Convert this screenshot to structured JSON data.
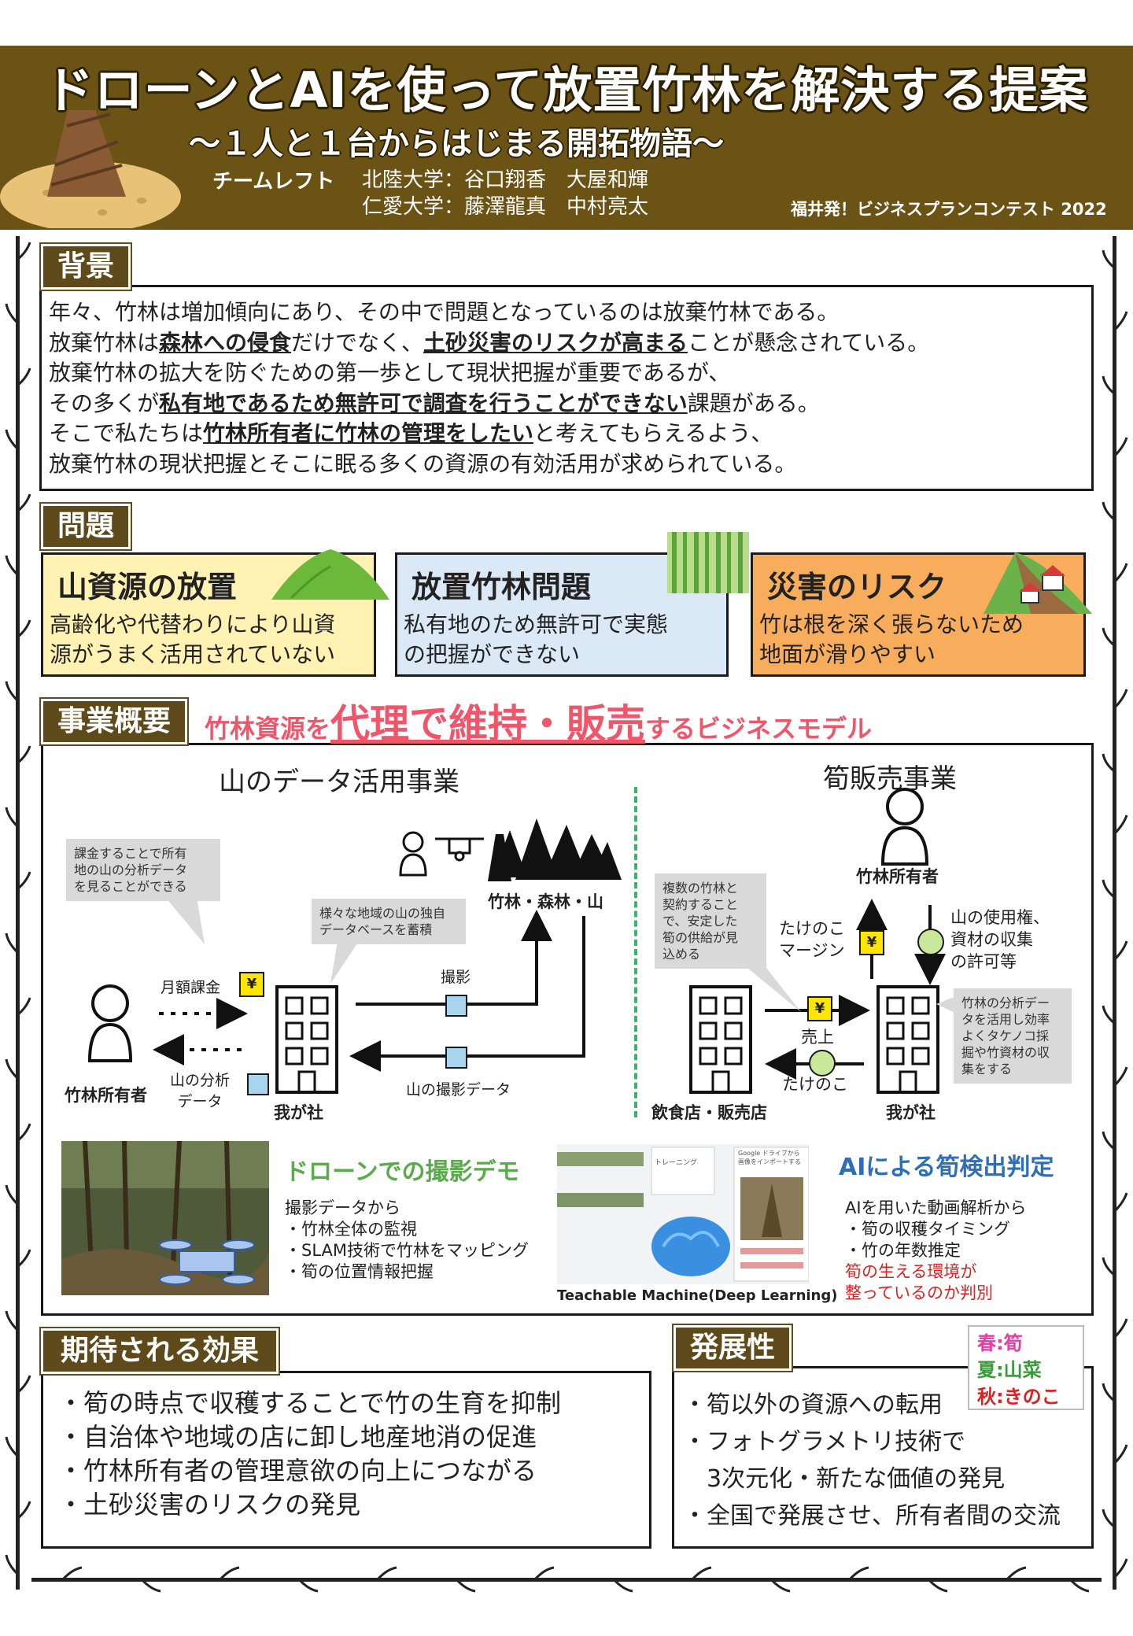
{
  "header": {
    "title": "ドローンとAIを使って放置竹林を解決する提案",
    "subtitle": "～１人と１台からはじまる開拓物語～",
    "team_label": "チームレフト",
    "member_line1": "北陸大学：谷口翔香　大屋和輝",
    "member_line2": "仁愛大学：藤澤龍真　中村亮太",
    "contest": "福井発！ビジネスプランコンテスト 2022"
  },
  "background": {
    "label": "背景",
    "lines": [
      [
        "年々、竹林は増加傾向にあり、その中で問題となっているのは放棄竹林である。"
      ],
      [
        "放棄竹林は",
        "森林への侵食",
        "だけでなく、",
        "土砂災害のリスクが高まる",
        "ことが懸念されている。"
      ],
      [
        "放棄竹林の拡大を防ぐための第一歩として現状把握が重要であるが、"
      ],
      [
        "その多くが",
        "私有地であるため無許可で調査を行うことができない",
        "課題がある。"
      ],
      [
        "そこで私たちは",
        "竹林所有者に竹林の管理をしたい",
        "と考えてもらえるよう、"
      ],
      [
        "放棄竹林の現状把握とそこに眠る多くの資源の有効活用が求められている。"
      ]
    ]
  },
  "problems": {
    "label": "問題",
    "cards": [
      {
        "title": "山資源の放置",
        "desc1": "高齢化や代替わりにより山資",
        "desc2": "源がうまく活用されていない",
        "color": "#fff2b3"
      },
      {
        "title": "放置竹林問題",
        "desc1": "私有地のため無許可で実態",
        "desc2": "の把握ができない",
        "color": "#dbe9f7"
      },
      {
        "title": "災害のリスク",
        "desc1": "竹は根を深く張らないため",
        "desc2": "地面が滑りやすい",
        "color": "#f7ad5c"
      }
    ]
  },
  "business": {
    "label": "事業概要",
    "tagline_pre": "竹林資源を",
    "tagline_big": "代理で維持・販売",
    "tagline_post": "するビジネスモデル",
    "left_title": "山のデータ活用事業",
    "right_title": "筍販売事業",
    "bubble_left": [
      "課金することで所有",
      "地の山の分析データ",
      "を見ることができる"
    ],
    "bubble_db": [
      "様々な地域の山の独自",
      "データベースを蓄積"
    ],
    "bubble_contract": [
      "複数の竹林と",
      "契約すること",
      "で、安定した",
      "筍の供給が見",
      "込める"
    ],
    "bubble_analysis": [
      "竹林の分析デー",
      "タを活用し効率",
      "よくタケノコ採",
      "掘や竹資材の収",
      "集をする"
    ],
    "forest_label": "竹林・森林・山",
    "owner_left": "竹林所有者",
    "owner_right": "竹林所有者",
    "monthly_fee": "月額課金",
    "analysis_data_1": "山の分析",
    "analysis_data_2": "データ",
    "shooting": "撮影",
    "shooting_data": "山の撮影データ",
    "our_company_left": "我が社",
    "our_company_right": "我が社",
    "restaurant": "飲食店・販売店",
    "margin_1": "たけのこ",
    "margin_2": "マージン",
    "usage_1": "山の使用権、",
    "usage_2": "資材の収集",
    "usage_3": "の許可等",
    "sales": "売上",
    "bamboo_shoot": "たけのこ",
    "drone_title": "ドローンでの撮影デモ",
    "drone_intro": "撮影データから",
    "drone_items": [
      "・竹林全体の監視",
      "・SLAM技術で竹林をマッピング",
      "・筍の位置情報把握"
    ],
    "teachable": "Teachable Machine(Deep Learning)",
    "ai_title": "AIによる筍検出判定",
    "ai_intro": "AIを用いた動画解析から",
    "ai_items": [
      "・筍の収穫タイミング",
      "・竹の年数推定"
    ],
    "ai_red_1": "筍の生える環境が",
    "ai_red_2": "整っているのか判別",
    "screen_text_1": "トレーニング",
    "screen_text_2": "Google ドライブから画像をインポートする"
  },
  "effects": {
    "label": "期待される効果",
    "items": [
      "・筍の時点で収穫することで竹の生育を抑制",
      "・自治体や地域の店に卸し地産地消の促進",
      "・竹林所有者の管理意欲の向上につながる",
      "・土砂災害のリスクの発見"
    ]
  },
  "development": {
    "label": "発展性",
    "season_spring": "春:筍",
    "season_summer": "夏:山菜",
    "season_autumn": "秋:きのこ",
    "items": [
      "・筍以外の資源への転用",
      "・フォトグラメトリ技術で",
      "　3次元化・新たな価値の発見",
      "・全国で発展させ、所有者間の交流"
    ]
  },
  "colors": {
    "header_brown": "#6b5316",
    "label_brown": "#5e4a1a",
    "tagline_red": "#f0556a",
    "drone_green": "#5aab4a",
    "ai_blue": "#2e6fb8",
    "spring_pink": "#e040a0",
    "summer_green": "#3a9a3a",
    "autumn_red": "#e02020"
  }
}
